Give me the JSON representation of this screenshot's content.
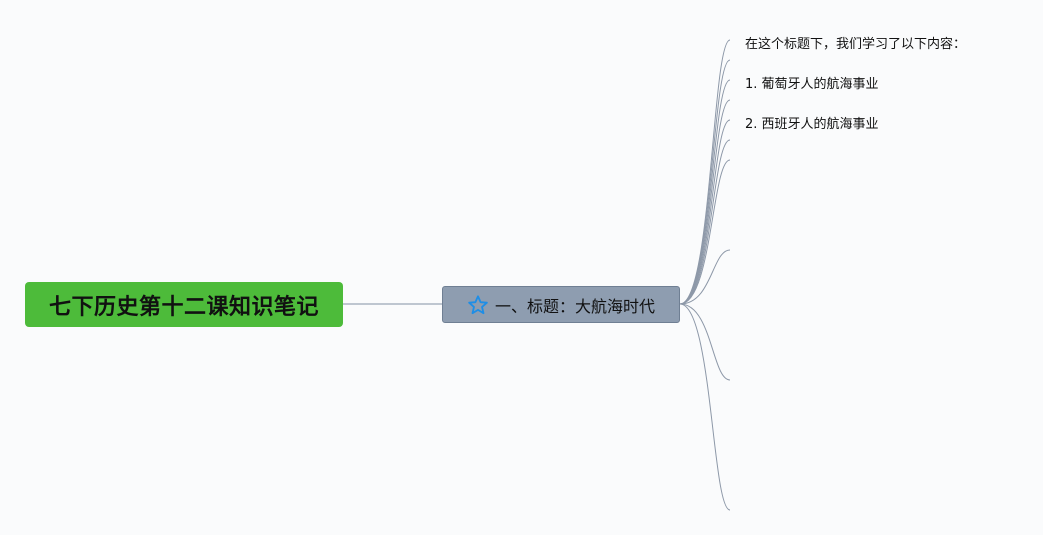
{
  "mindmap": {
    "root": {
      "title": "七下历史第十二课知识笔记",
      "color": "#4dbb3a"
    },
    "topic": {
      "icon": "star-icon",
      "title": "一、标题：大航海时代",
      "color": "#8e9db0"
    },
    "leaves": [
      "在这个标题下，我们学习了以下内容：",
      "1. 葡萄牙人的航海事业",
      "2. 西班牙人的航海事业"
    ]
  }
}
